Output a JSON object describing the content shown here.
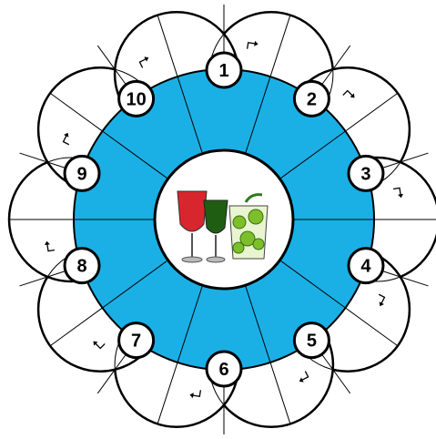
{
  "diagram": {
    "stations": [
      {
        "number": "1"
      },
      {
        "number": "2"
      },
      {
        "number": "3"
      },
      {
        "number": "4"
      },
      {
        "number": "5"
      },
      {
        "number": "6"
      },
      {
        "number": "7"
      },
      {
        "number": "8"
      },
      {
        "number": "9"
      },
      {
        "number": "10"
      }
    ],
    "colors": {
      "ring": "#1ab0e6",
      "outline": "#000000",
      "background": "#ffffff",
      "wine": "#d8262e",
      "lime": "#7dbf2a",
      "green_drink": "#1f5e12"
    },
    "center_icon": "cocktail-glasses-icon",
    "arrow_icon": "rotation-arrow-icon"
  }
}
